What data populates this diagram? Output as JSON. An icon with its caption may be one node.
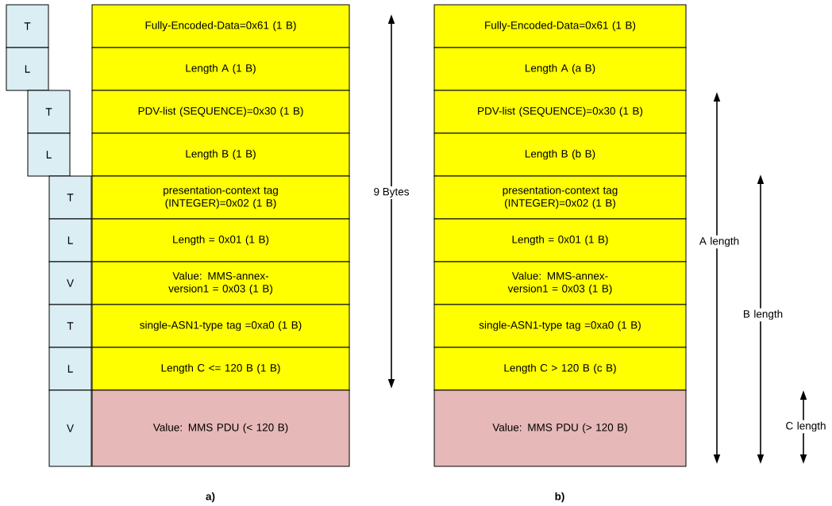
{
  "diagram": {
    "nodes": [
      {
        "text": [
          "T"
        ]
      },
      {
        "text": [
          "L"
        ]
      },
      {
        "text": [
          "T"
        ]
      },
      {
        "text": [
          "L"
        ]
      },
      {
        "text": [
          "T"
        ]
      },
      {
        "text": [
          "L"
        ]
      },
      {
        "text": [
          "V"
        ]
      },
      {
        "text": [
          "T"
        ]
      },
      {
        "text": [
          "L"
        ]
      },
      {
        "text": [
          "V"
        ]
      },
      {
        "text": [
          "Fully-Encoded-Data=0x61 (1 B)"
        ]
      },
      {
        "text": [
          "Length A (1 B)"
        ]
      },
      {
        "text": [
          "PDV-list (SEQUENCE)=0x30 (1 B)"
        ]
      },
      {
        "text": [
          "Length B (1 B)"
        ]
      },
      {
        "text": [
          "presentation-context tag (INTEGER)=0x02 (1 B)"
        ]
      },
      {
        "text": [
          "Length = 0x01 (1 B)"
        ]
      },
      {
        "text": [
          "Value: MMS-annex-version1 = 0x03 (1 B)"
        ]
      },
      {
        "text": [
          "single-ASN1-type tag =0xa0 (1 B)"
        ]
      },
      {
        "text": [
          "Length C <= 120 B (1 B)"
        ]
      },
      {
        "text": [
          "Value: MMS  PDU (< 120 B)"
        ]
      },
      {
        "text": [
          "Fully-Encoded-Data=0x61 (1 B)"
        ]
      },
      {
        "text": [
          "Length A (a B)"
        ]
      },
      {
        "text": [
          "PDV-list (SEQUENCE)=0x30 (1 B)"
        ]
      },
      {
        "text": [
          "Length B (b B)"
        ]
      },
      {
        "text": [
          "presentation-context tag (INTEGER)=0x02 (1 B)"
        ]
      },
      {
        "text": [
          "Length = 0x01 (1 B)"
        ]
      },
      {
        "text": [
          "Value: MMS-annex-version1 = 0x03 (1 B)"
        ]
      },
      {
        "text": [
          "single-ASN1-type tag =0xa0 (1 B)"
        ]
      },
      {
        "text": [
          "Length C > 120 B (c B)"
        ]
      },
      {
        "text": [
          "Value: MMS  PDU (> 120 B)"
        ]
      }
    ],
    "labels": [
      "9 Bytes",
      "A length",
      "B length",
      "C length",
      "a)",
      "b)"
    ]
  }
}
